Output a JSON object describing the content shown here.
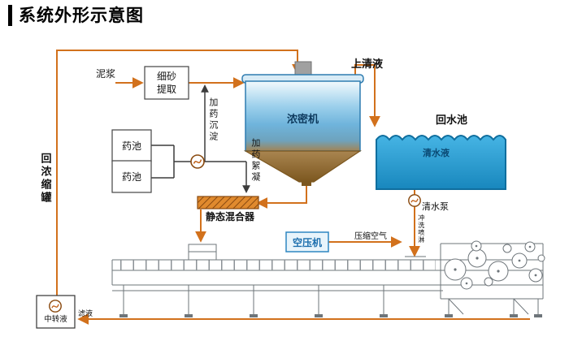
{
  "title": "系统外形示意图",
  "diagram": {
    "labels": {
      "mud": "泥浆",
      "sand_extraction": "细砂\n提取",
      "dose_settle": "加药沉淀",
      "dose_floc": "加药絮凝",
      "supernatant": "上清液",
      "thickener": "浓密机",
      "return_pool": "回水池",
      "clear_water": "清水液",
      "chem_pool_1": "药池",
      "chem_pool_2": "药池",
      "static_mixer": "静态混合器",
      "return_concentrate_tank": "回浓缩罐",
      "clear_water_pump": "清水泵",
      "flush_spray": "冲洗喷淋",
      "air_compressor": "空压机",
      "compressed_air": "压缩空气",
      "transfer_liquid": "中转液",
      "filtrate": "滤液"
    },
    "colors": {
      "flow_line": "#d2711c",
      "water_blue": "#2ba3dd",
      "machine_gray": "#6e757a"
    }
  }
}
